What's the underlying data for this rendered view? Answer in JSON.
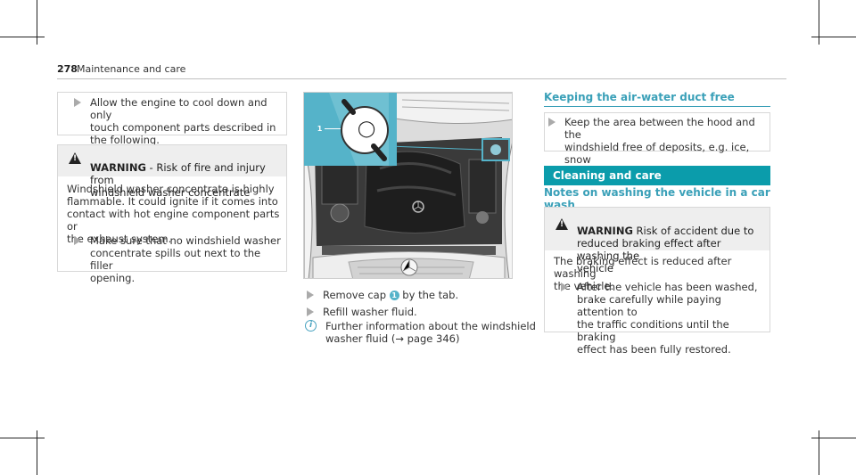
{
  "header": {
    "page_number": "278",
    "section": "Maintenance and care"
  },
  "left_column": {
    "bullet_1": "Allow the engine to cool down and only\ntouch component parts described in\nthe following.",
    "warning_title": "WARNING",
    "warning_subtitle": " - Risk of fire and injury from\nwindshield washer concentrate",
    "warning_body": "Windshield washer concentrate is highly\nflammable. It could ignite if it comes into\ncontact with hot engine component parts or\nthe exhaust system.",
    "bullet_2": "Make sure that no windshield washer\nconcentrate spills out next to the filler\nopening."
  },
  "middle_column": {
    "callout_number": "1",
    "step_1_prefix": "Remove cap ",
    "step_1_suffix": " by the tab.",
    "step_2": "Refill washer fluid.",
    "info_note": "Further information about the windshield\nwasher fluid (→ page 346)"
  },
  "right_column": {
    "heading": "Keeping the air-water duct free",
    "bullet_1": "Keep the area between the hood and the\nwindshield free of deposits, e.g. ice, snow\nand leaves.",
    "banner": "Cleaning and care",
    "subheading": "Notes on washing the vehicle in a car wash",
    "warning_title": "WARNING",
    "warning_subtitle": " Risk of accident due to\nreduced braking effect after washing the\nvehicle",
    "warning_body": "The braking effect is reduced after washing\nthe vehicle.",
    "bullet_2": "After the vehicle has been washed,\nbrake carefully while paying attention to\nthe traffic conditions until the braking\neffect has been fully restored."
  },
  "colors": {
    "accent": "#0b9cab",
    "heading": "#3aa0b8",
    "callout": "#55b3c9"
  },
  "icons": {
    "bullet": "triangle-right-icon",
    "warning": "warning-triangle-icon",
    "info": "info-icon",
    "washer": "washer-fluid-icon"
  }
}
